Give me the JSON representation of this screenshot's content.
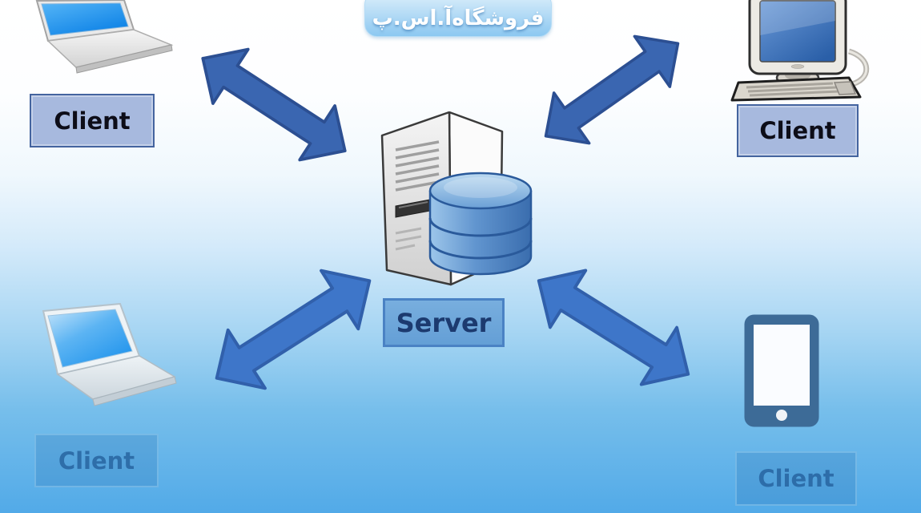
{
  "watermark": {
    "text": "فروشگاه‌آ.اس.پ"
  },
  "server": {
    "label": "Server",
    "icons": [
      "server-tower-icon",
      "database-icon"
    ]
  },
  "clients": [
    {
      "position": "top-left",
      "label": "Client",
      "device": "laptop-icon"
    },
    {
      "position": "top-right",
      "label": "Client",
      "device": "desktop-computer-icon"
    },
    {
      "position": "bottom-left",
      "label": "Client",
      "device": "laptop-icon"
    },
    {
      "position": "bottom-right",
      "label": "Client",
      "device": "tablet-icon"
    }
  ],
  "connections": [
    {
      "from": "client-top-left",
      "to": "server",
      "type": "bidirectional-arrow"
    },
    {
      "from": "client-top-right",
      "to": "server",
      "type": "bidirectional-arrow"
    },
    {
      "from": "client-bottom-left",
      "to": "server",
      "type": "bidirectional-arrow"
    },
    {
      "from": "client-bottom-right",
      "to": "server",
      "type": "bidirectional-arrow"
    }
  ],
  "colors": {
    "background_top": "#ffffff",
    "background_bottom": "#52aae8",
    "arrow_top_pair": "#3a66b1",
    "arrow_bottom_pair": "#3e76c9",
    "client_label_bg": "#a7b9de",
    "client_label_border": "#44649f",
    "server_label_bg": "#6aa4d8",
    "server_label_text": "#1c3a6f",
    "bottom_label_text": "#2f74ad",
    "watermark_bg": "#9fd0f2",
    "watermark_text": "#ffffff",
    "database_blue": "#4f83c0",
    "tablet_body": "#3d6b97"
  }
}
